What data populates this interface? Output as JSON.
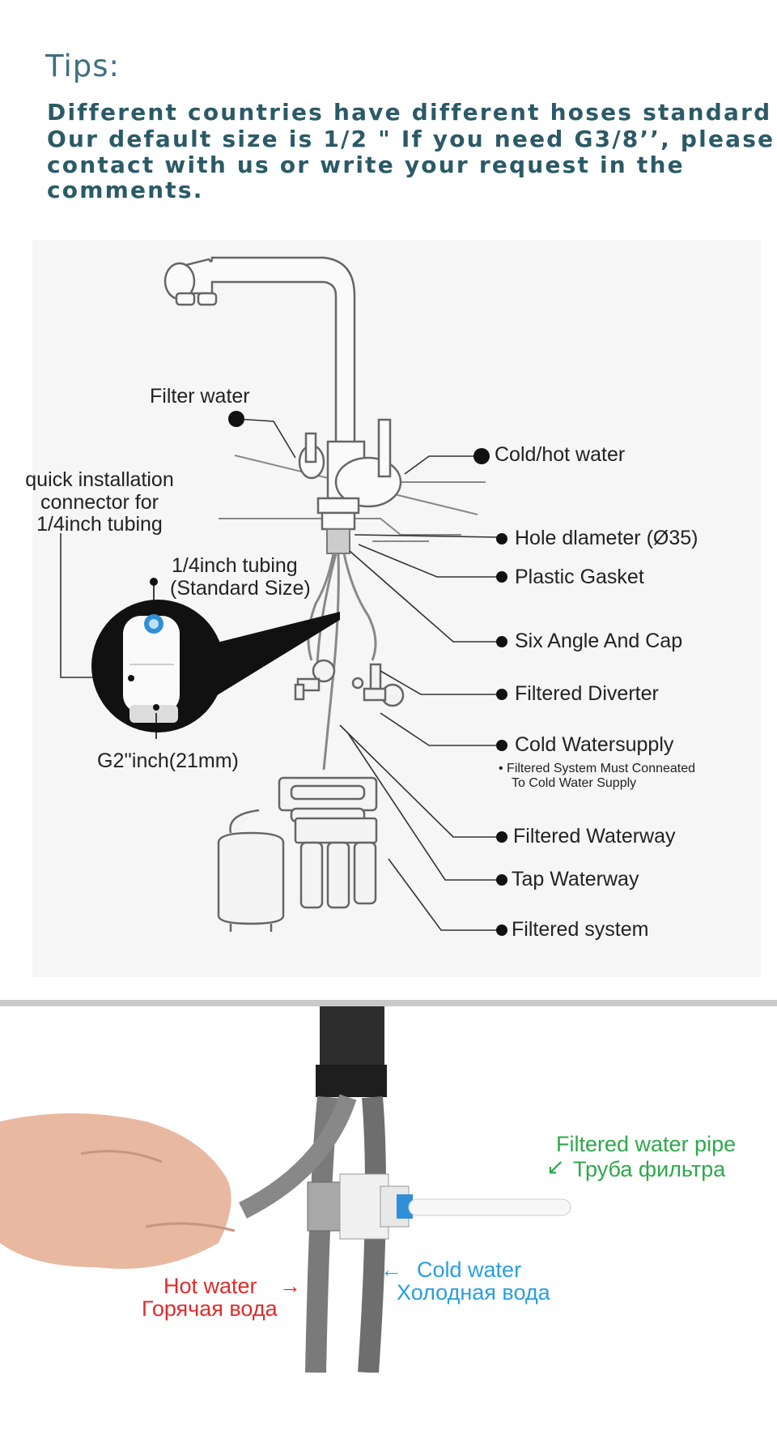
{
  "tips": {
    "title": "Tips:",
    "lines": [
      "Different countries have different hoses standard",
      "Our default size is 1/2 \" If you need G3/8’’, please",
      "contact with us or write your request in the",
      "comments."
    ]
  },
  "diagram": {
    "filter_water": "Filter water",
    "cold_hot_water": "Cold/hot water",
    "quick_connector": [
      "quick installation",
      "connector for",
      "1/4inch tubing"
    ],
    "tubing": [
      "1/4inch tubing",
      "(Standard Size)"
    ],
    "g2": "G2''inch(21mm)",
    "hole_diameter": "Hole dlameter (Ø35)",
    "plastic_gasket": "Plastic Gasket",
    "six_angle": "Six Angle And Cap",
    "filtered_diverter": "Filtered Diverter",
    "cold_watersupply": "Cold Watersupply",
    "note": [
      "• Filtered System Must Conneated",
      "To Cold Water Supply"
    ],
    "filtered_waterway": "Filtered Waterway",
    "tap_waterway": "Tap Waterway",
    "filtered_system": "Filtered system"
  },
  "photo": {
    "filtered_pipe_en": "Filtered water pipe",
    "filtered_pipe_ru": "Труба фильтра",
    "cold_en": "Cold water",
    "cold_ru": "Холодная вода",
    "hot_en": "Hot water",
    "hot_ru": "Горячая вода",
    "arrow_left": "←",
    "arrow_right": "→",
    "arrow_down_left": "↙"
  },
  "colors": {
    "tips_title": "#3e6f80",
    "tips_text": "#2b5a67",
    "green_label": "#2ea84a",
    "blue_label": "#2a9ee0",
    "red_label": "#e02b2b",
    "quick_connector_blue": "#2f8fd8"
  }
}
